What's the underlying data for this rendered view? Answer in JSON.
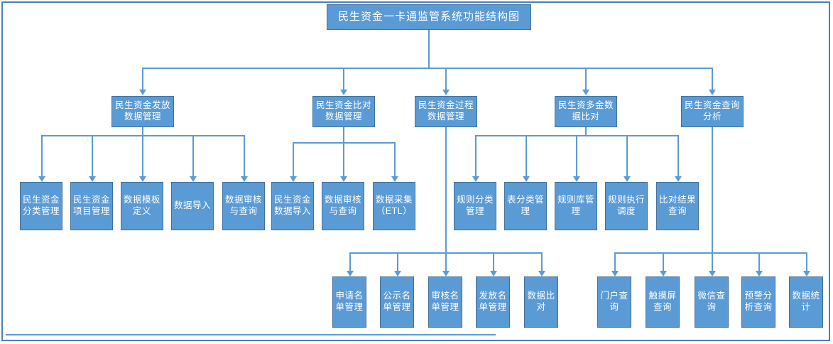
{
  "diagram": {
    "title": "民生资金一卡通监管系统功能结构图",
    "root": {
      "label": "民生资金一卡通监管系统功能结构图"
    },
    "level2": [
      {
        "id": "fafang",
        "label": "民生资金发放数据管理"
      },
      {
        "id": "bidui",
        "label": "民生资金比对数据管理"
      },
      {
        "id": "guocheng",
        "label": "民生资金过程数据管理"
      },
      {
        "id": "duojin",
        "label": "民生资多金数据比对"
      },
      {
        "id": "chaxun",
        "label": "民生资金查询分析"
      }
    ],
    "group_fafang": [
      {
        "label": "民生资金分类管理"
      },
      {
        "label": "民生资金项目管理"
      },
      {
        "label": "数据模板定义"
      },
      {
        "label": "数据导入"
      },
      {
        "label": "数据审核与查询"
      }
    ],
    "group_bidui": [
      {
        "label": "民生资金数据导入"
      },
      {
        "label": "数据审核与查询"
      },
      {
        "label": "数据采集（ETL）"
      }
    ],
    "group_duojin": [
      {
        "label": "规则分类管理"
      },
      {
        "label": "表分类管理"
      },
      {
        "label": "规则库管理"
      },
      {
        "label": "规则执行调度"
      },
      {
        "label": "比对结果查询"
      }
    ],
    "group_guocheng": [
      {
        "label": "申请名单管理"
      },
      {
        "label": "公示名单管理"
      },
      {
        "label": "审核名单管理"
      },
      {
        "label": "发放名单管理"
      },
      {
        "label": "数据比对"
      }
    ],
    "group_chaxun": [
      {
        "label": "门户查询"
      },
      {
        "label": "触摸屏查询"
      },
      {
        "label": "微信查询"
      },
      {
        "label": "预警分析查询"
      },
      {
        "label": "数据统计"
      }
    ],
    "colors": {
      "node_fill": "#5b9bd5",
      "node_border": "#41719c",
      "connector": "#5b9bd5",
      "frame_border": "#4a7ebb",
      "text": "#ffffff",
      "background": "#ffffff"
    }
  }
}
